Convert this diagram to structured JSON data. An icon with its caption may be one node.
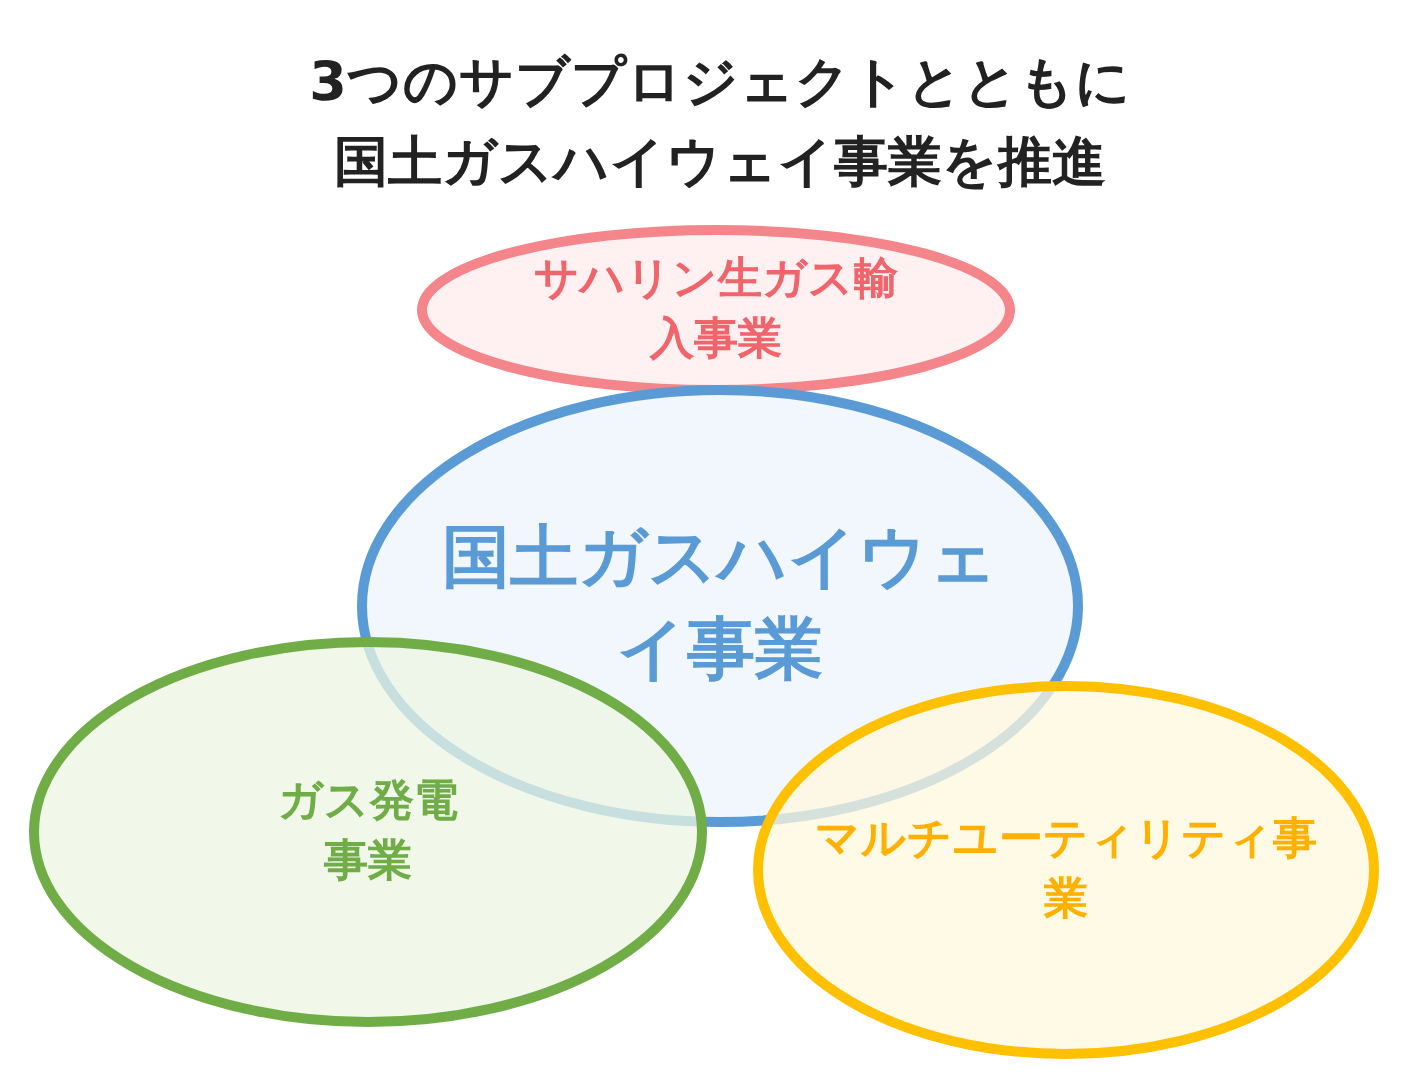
{
  "diagram": {
    "title": "3つのサブプロジェクトとともに国土ガスハイウェイ事業を推進",
    "nodes": [
      {
        "text": [
          "サハリン生ガス輸入事業"
        ]
      },
      {
        "text": [
          "国土ガスハイウェイ事業"
        ]
      },
      {
        "text": [
          "ガス発電事業"
        ]
      },
      {
        "text": [
          "マルチユーティリティ事業"
        ]
      }
    ]
  }
}
